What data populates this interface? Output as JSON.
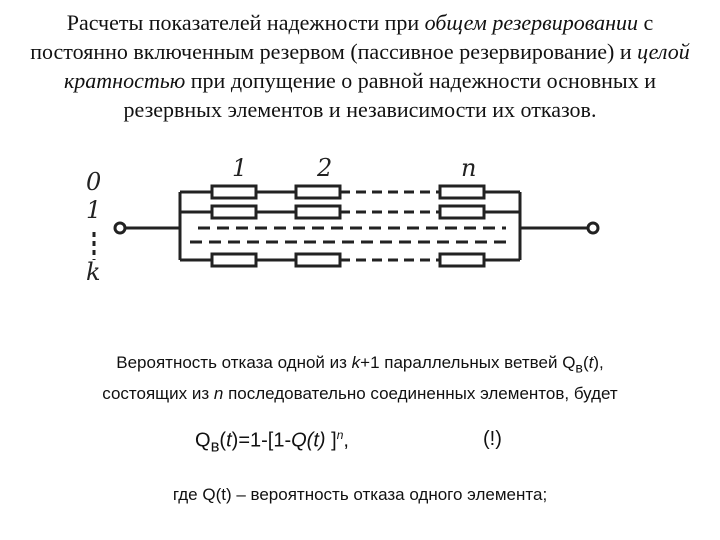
{
  "slide": {
    "title_part1": "Расчеты  показателей надежности при ",
    "title_italic1": "общем резервировании",
    "title_part2": " с постоянно включенным резервом (пассивное резервирование)  и ",
    "title_italic2": "целой кратностью",
    "title_part3": " при допущение о равной надежности основных и резервных элементов и независимости их отказов."
  },
  "diagram": {
    "row_labels": [
      "0",
      "1",
      "k"
    ],
    "column_labels": [
      "1",
      "2",
      "n"
    ]
  },
  "text": {
    "p1_a": "Вероятность отказа одной из ",
    "p1_k": "k",
    "p1_b": "+1 параллельных ветвей Q",
    "p1_sub": "в",
    "p1_c": "(",
    "p1_t": "t",
    "p1_d": "),",
    "p1_e": "состоящих из ",
    "p1_n": "n",
    "p1_f": "  последовательно соединенных элементов,  будет",
    "formula_main": "Q",
    "formula_sub": "в",
    "formula_rest1": "(",
    "formula_t1": "t",
    "formula_rest2": ")=1-[1-",
    "formula_q": "Q(t)",
    "formula_rest3": " ]",
    "formula_exp": "n",
    "formula_rest4": ",",
    "formula_mark": "(!)",
    "p2": "где Q(t) – вероятность отказа одного элемента;"
  }
}
